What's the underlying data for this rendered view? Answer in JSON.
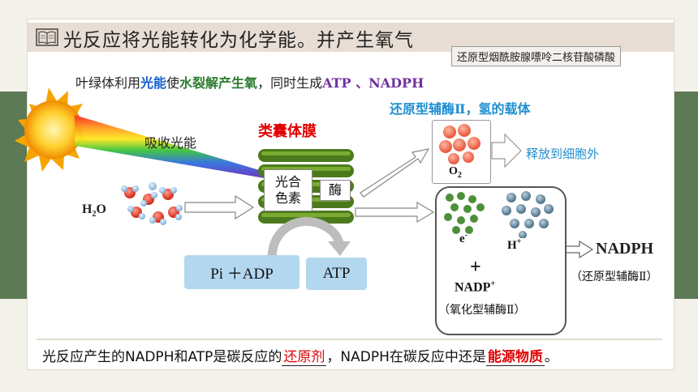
{
  "title": "光反应将光能转化为化学能。并产生氧气",
  "full_name_note": "还原型烟酰胺腺嘌呤二核苷酸磷酸",
  "intro": {
    "prefix": "叶绿体利用",
    "light_energy": "光能",
    "use_text": "使",
    "water_split": "水裂解产生氧",
    "middle": "，同时生成",
    "products": "ATP 、NADPH"
  },
  "reduced_coenzyme_note": "还原型辅酶Ⅱ，氢的载体",
  "membrane_title": "类囊体膜",
  "absorb_light": "吸收光能",
  "water": {
    "base": "H",
    "sub": "2",
    "tail": "O"
  },
  "pigment": {
    "line1": "光合",
    "line2": "色素"
  },
  "enzyme": "酶",
  "pi_adp": "Pi ＋ADP",
  "atp": "ATP",
  "oxygen": {
    "base": "O",
    "sub": "2"
  },
  "release": "释放到细胞外",
  "electron": {
    "base": "e",
    "sup": "-"
  },
  "proton": {
    "base": "H",
    "sup": "+"
  },
  "plus_sign": "+",
  "nadp": {
    "base": "NADP",
    "sup": "+"
  },
  "oxidized_note": "（氧化型辅酶Ⅱ）",
  "nadph": "NADPH",
  "reduced_paren": "（还原型辅酶Ⅱ）",
  "summary": {
    "part1": "光反应产生的NADPH和ATP是碳反应的",
    "blank1": "还原剂",
    "part2": "，NADPH在碳反应中还是",
    "blank2": "能源物质",
    "part3": "。"
  },
  "colors": {
    "light_energy": "#1a5fd0",
    "water_split": "#2e7d32",
    "products": "#7030a0",
    "membrane_title": "#e00000",
    "answer_red": "#e00000",
    "note_blue": "#1f8fd0",
    "box_blue": "#b3d7ef",
    "band_green": "#5c7a55",
    "oxygen_dot": "#f07a5e",
    "electron_dot": "#4f8f3b",
    "proton_dot": "#6c8ea4"
  },
  "icons": [
    "book-icon",
    "sun-icon",
    "water-molecules-icon",
    "thylakoid-icon"
  ]
}
